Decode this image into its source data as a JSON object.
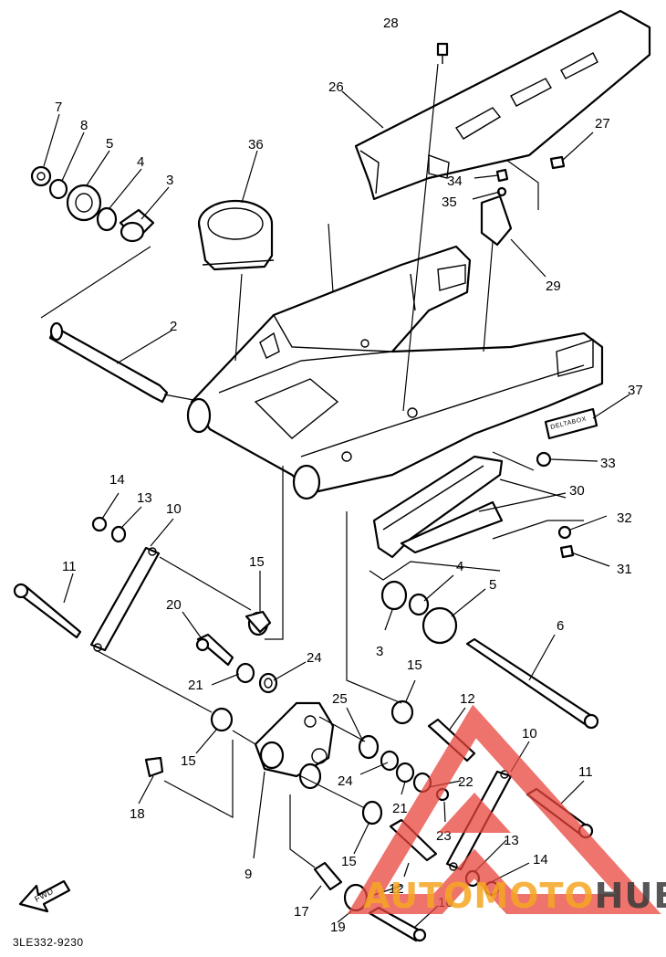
{
  "diagram": {
    "part_code": "3LE332-9230",
    "fwd_label": "FWD",
    "part_numbers": [
      "2",
      "3",
      "4",
      "5",
      "6",
      "7",
      "8",
      "9",
      "10",
      "11",
      "12",
      "13",
      "14",
      "15",
      "16",
      "17",
      "18",
      "19",
      "20",
      "21",
      "22",
      "23",
      "24",
      "25",
      "26",
      "27",
      "28",
      "29",
      "30",
      "31",
      "32",
      "33",
      "34",
      "35",
      "36",
      "37"
    ],
    "nameplate_text": "DELTABOX"
  },
  "watermark": {
    "text_part1": "AUTO",
    "text_part2": "MOTO",
    "text_part3": "HUB",
    "color_orange": "#f5a623",
    "color_dark": "#3a3a3a",
    "color_red": "#e8453c"
  }
}
